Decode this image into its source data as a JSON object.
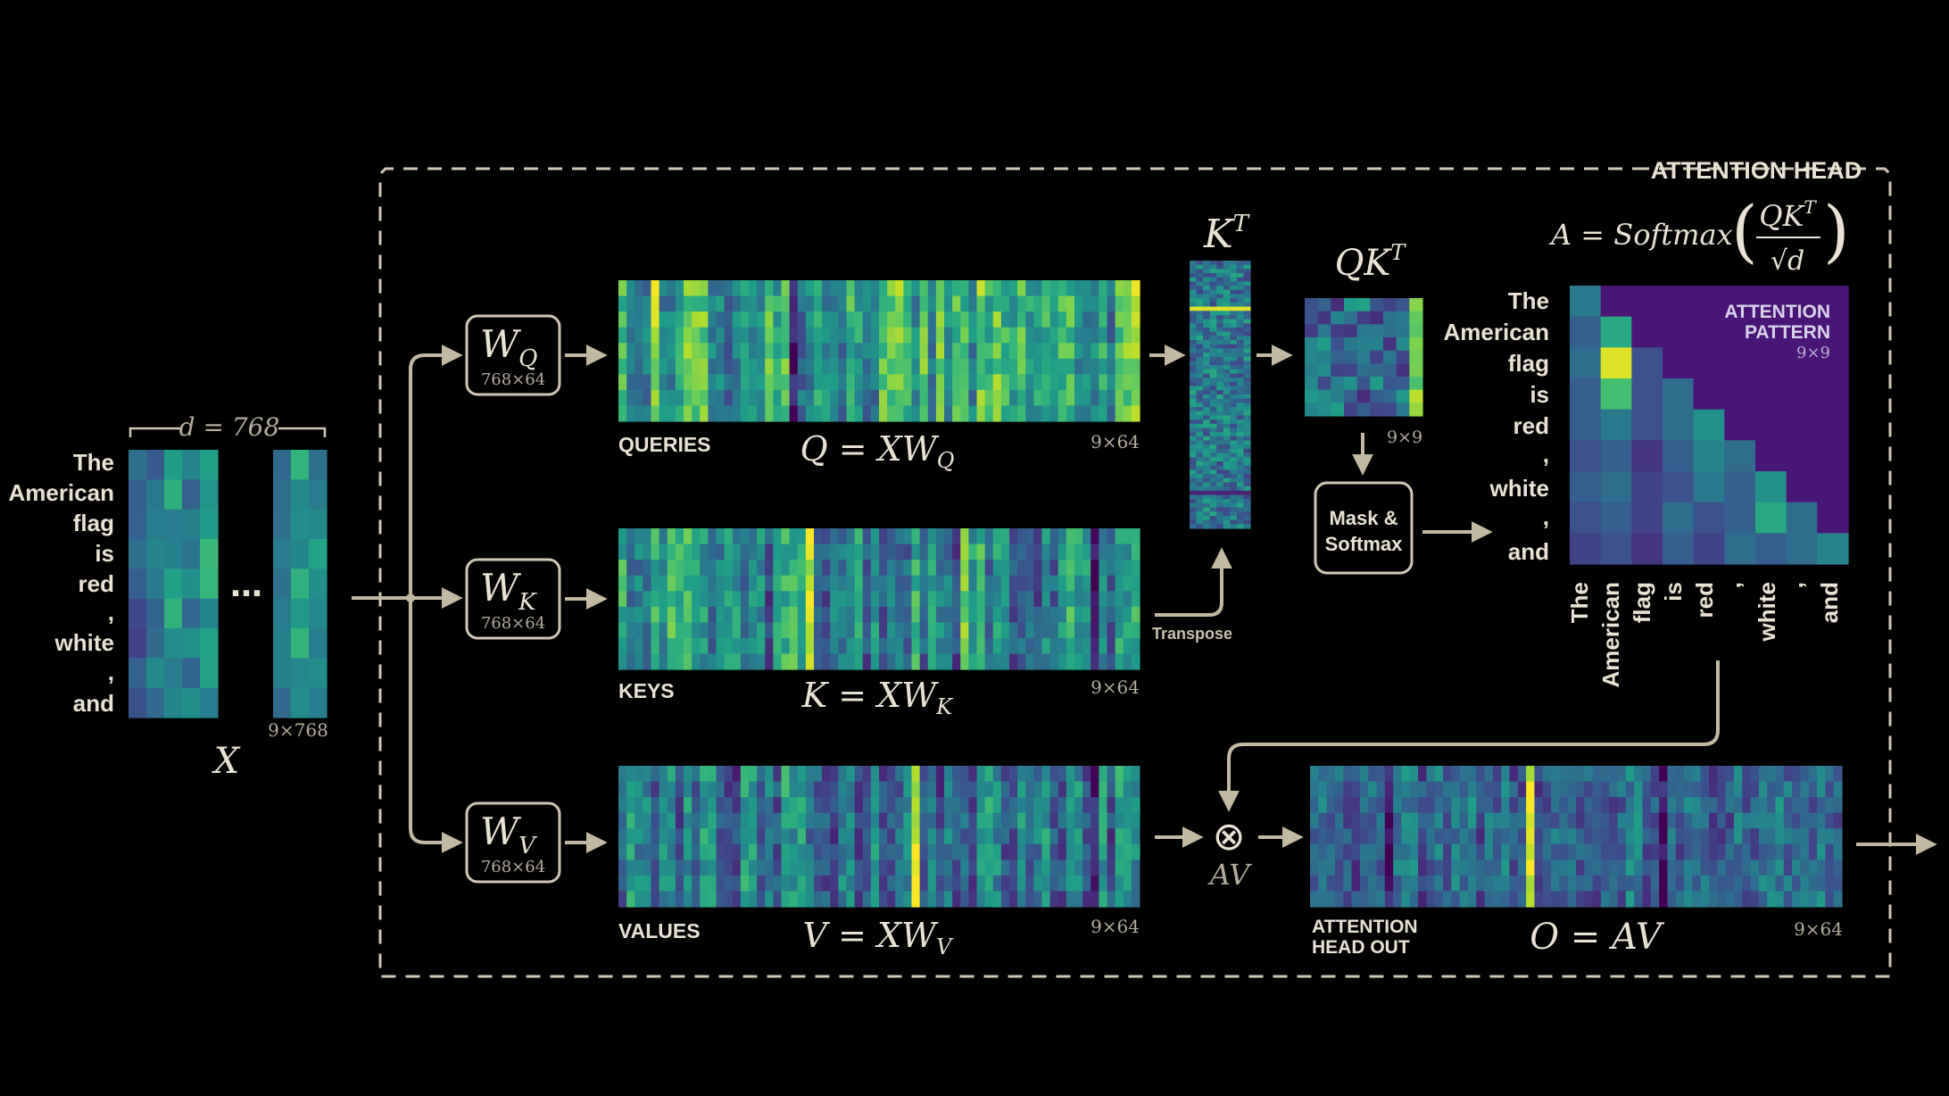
{
  "head_label": "ATTENTION HEAD",
  "input": {
    "tokens": [
      "The",
      "American",
      "flag",
      "is",
      "red",
      ",",
      "white",
      ",",
      "and"
    ],
    "d_label": "d = 768",
    "dim_label": "9×768",
    "ellipsis": "…",
    "x_label": "X"
  },
  "weights": {
    "q": {
      "letter": "W",
      "sub": "Q",
      "dims": "768×64"
    },
    "k": {
      "letter": "W",
      "sub": "K",
      "dims": "768×64"
    },
    "v": {
      "letter": "W",
      "sub": "V",
      "dims": "768×64"
    }
  },
  "projections": {
    "queries": {
      "label": "QUERIES",
      "eq_lhs": "Q",
      "eq_rhs": "XW",
      "eq_sub": "Q",
      "dims": "9×64"
    },
    "keys": {
      "label": "KEYS",
      "eq_lhs": "K",
      "eq_rhs": "XW",
      "eq_sub": "K",
      "dims": "9×64"
    },
    "values": {
      "label": "VALUES",
      "eq_lhs": "V",
      "eq_rhs": "XW",
      "eq_sub": "V",
      "dims": "9×64"
    }
  },
  "kt": {
    "base": "K",
    "sup": "T"
  },
  "qkt": {
    "base": "QK",
    "sup": "T",
    "dims": "9×9"
  },
  "transpose_label": "Transpose",
  "mask_softmax": {
    "line1": "Mask &",
    "line2": "Softmax"
  },
  "formula": {
    "lhs": "A = Softmax",
    "num_base": "QK",
    "num_sup": "T",
    "den": "√d"
  },
  "pattern": {
    "title1": "ATTENTION",
    "title2": "PATTERN",
    "dims": "9×9",
    "row_tokens": [
      "The",
      "American",
      "flag",
      "is",
      "red",
      ",",
      "white",
      ",",
      "and"
    ],
    "col_tokens": [
      "The",
      "American",
      "flag",
      "is",
      "red",
      ",",
      "white",
      ",",
      "and"
    ]
  },
  "av": {
    "label": "AV",
    "symbol": "⊗"
  },
  "output": {
    "label1": "ATTENTION",
    "label2": "HEAD OUT",
    "eq_lhs": "O",
    "eq_rhs": "AV",
    "dims": "9×64"
  },
  "colors": {
    "background": "#000000",
    "frame": "#cfc8b6",
    "arrow": "#c2b9a2",
    "text": "#e8e2d4",
    "pattern_masked": "#4a1675"
  }
}
